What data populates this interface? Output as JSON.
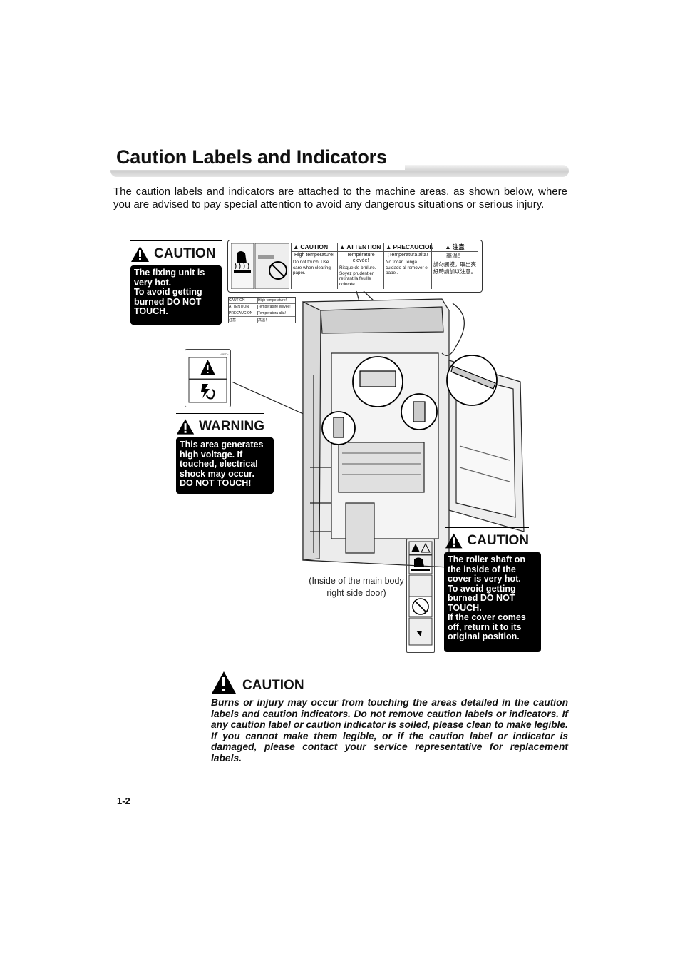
{
  "page": {
    "title": "Caution Labels and Indicators",
    "intro": "The caution labels and indicators are attached to the machine areas, as shown below, where you are advised to pay special attention to avoid any dangerous situations or serious injury.",
    "page_number": "1-2"
  },
  "labels": {
    "fixing": {
      "heading": "CAUTION",
      "text": "The fixing unit is very hot.\nTo avoid getting burned DO NOT TOUCH."
    },
    "voltage": {
      "heading": "WARNING",
      "text": "This area generates high voltage.  If touched, electrical shock may occur. DO NOT TOUCH!"
    },
    "roller": {
      "heading": "CAUTION",
      "text": "The roller shaft on the inside of the cover is very hot.\nTo avoid getting burned DO NOT TOUCH.\nIf the cover comes off, return it to its original position."
    }
  },
  "sticker": {
    "columns": [
      {
        "head": "CAUTION",
        "sub": "High temperature!",
        "text": "Do not touch. Use care when clearing paper."
      },
      {
        "head": "ATTENTION",
        "sub": "Température élevée!",
        "text": "Risque de brûlure. Soyez prudent en retirant la feuille coincée."
      },
      {
        "head": "PRECAUCION",
        "sub": "¡Temperatura alta!",
        "text": "No tocar.  Tenga cuidado al remover el papel."
      },
      {
        "head": "注意",
        "sub": "高溫！",
        "text": "請勿觸摸。取出夾紙時請加以注意。"
      }
    ]
  },
  "mini_sticker": {
    "rows": [
      {
        "head": "CAUTION",
        "text": "High temperature!"
      },
      {
        "head": "ATTENTION",
        "text": "Température élevée!"
      },
      {
        "head": "PRECAUCION",
        "text": "Temperatura alta!"
      },
      {
        "head": "注意",
        "text": "高溫！"
      }
    ]
  },
  "caption": "(Inside of the main body right side door)",
  "bottom_caution": {
    "heading": "CAUTION",
    "text": "Burns or injury may occur from touching the areas detailed in the caution labels and caution indicators. Do not remove caution labels or indicators. If any caution label or caution indicator is soiled, please clean to make legible. If you cannot make them legible, or if the caution label or indicator is damaged, please contact your service representative for replacement labels."
  },
  "colors": {
    "label_bg": "#000000",
    "label_fg": "#ffffff"
  }
}
